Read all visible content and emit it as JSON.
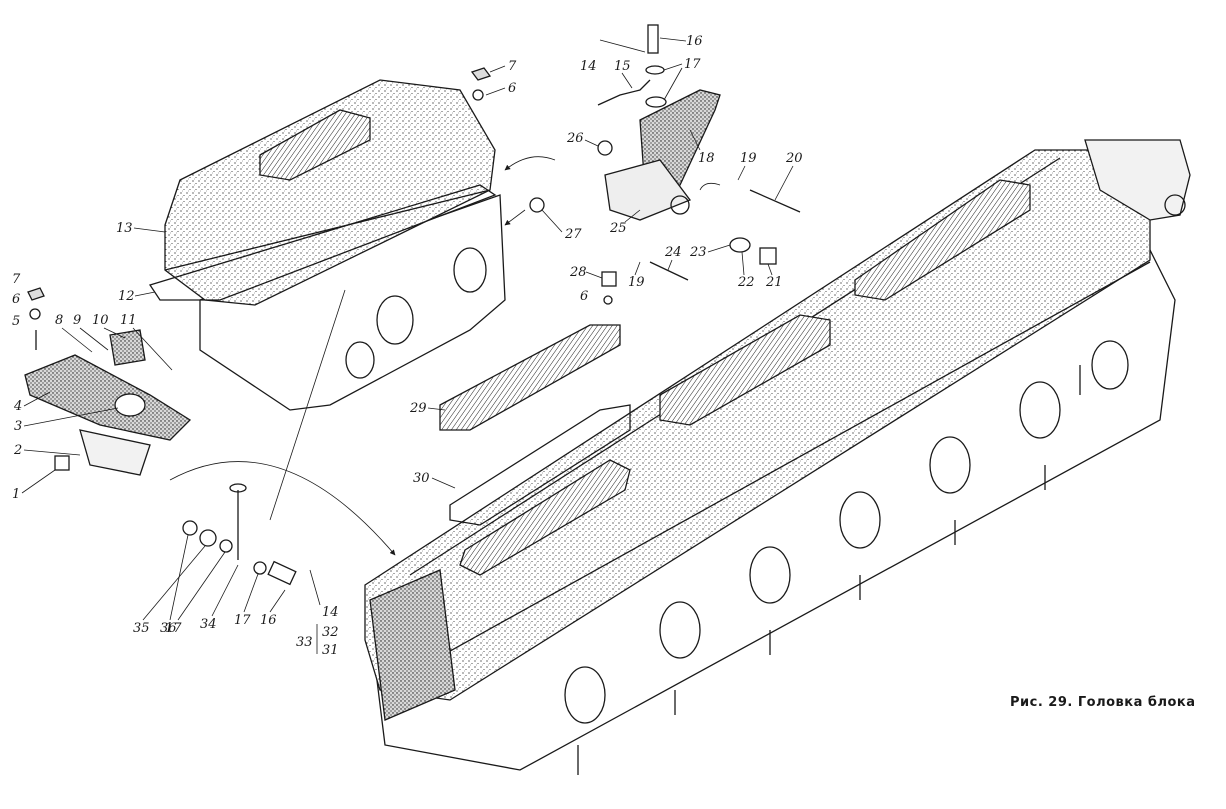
{
  "figure": {
    "caption": "Рис. 29. Головка блока"
  },
  "callouts": {
    "n1": "1",
    "n2": "2",
    "n3": "3",
    "n4": "4",
    "n5": "5",
    "n6": "6",
    "n7": "7",
    "n8": "8",
    "n9": "9",
    "n10": "10",
    "n11": "11",
    "n12": "12",
    "n13": "13",
    "n14": "14",
    "n15": "15",
    "n16": "16",
    "n17": "17",
    "n18": "18",
    "n19": "19",
    "n20": "20",
    "n21": "21",
    "n22": "22",
    "n23": "23",
    "n24": "24",
    "n25": "25",
    "n26": "26",
    "n27": "27",
    "n28": "28",
    "n29": "29",
    "n30": "30",
    "n31": "31",
    "n32": "32",
    "n33": "33",
    "n34": "34",
    "n35": "35",
    "n36": "36"
  }
}
